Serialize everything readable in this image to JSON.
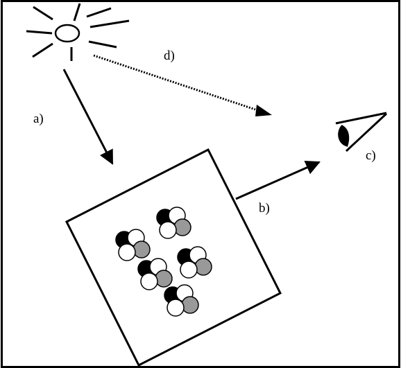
{
  "diagram": {
    "labels": {
      "a": "a)",
      "b": "b)",
      "c": "c)",
      "d": "d)"
    },
    "elements": {
      "light_source": "sun-icon",
      "observer": "eye-icon",
      "sample": "sample-sheet",
      "molecules": "molecule-clusters"
    },
    "colors": {
      "stroke": "#000000",
      "background": "#ffffff",
      "molecule_dark": "#000000",
      "molecule_grey": "#999999",
      "molecule_light": "#ffffff"
    }
  }
}
